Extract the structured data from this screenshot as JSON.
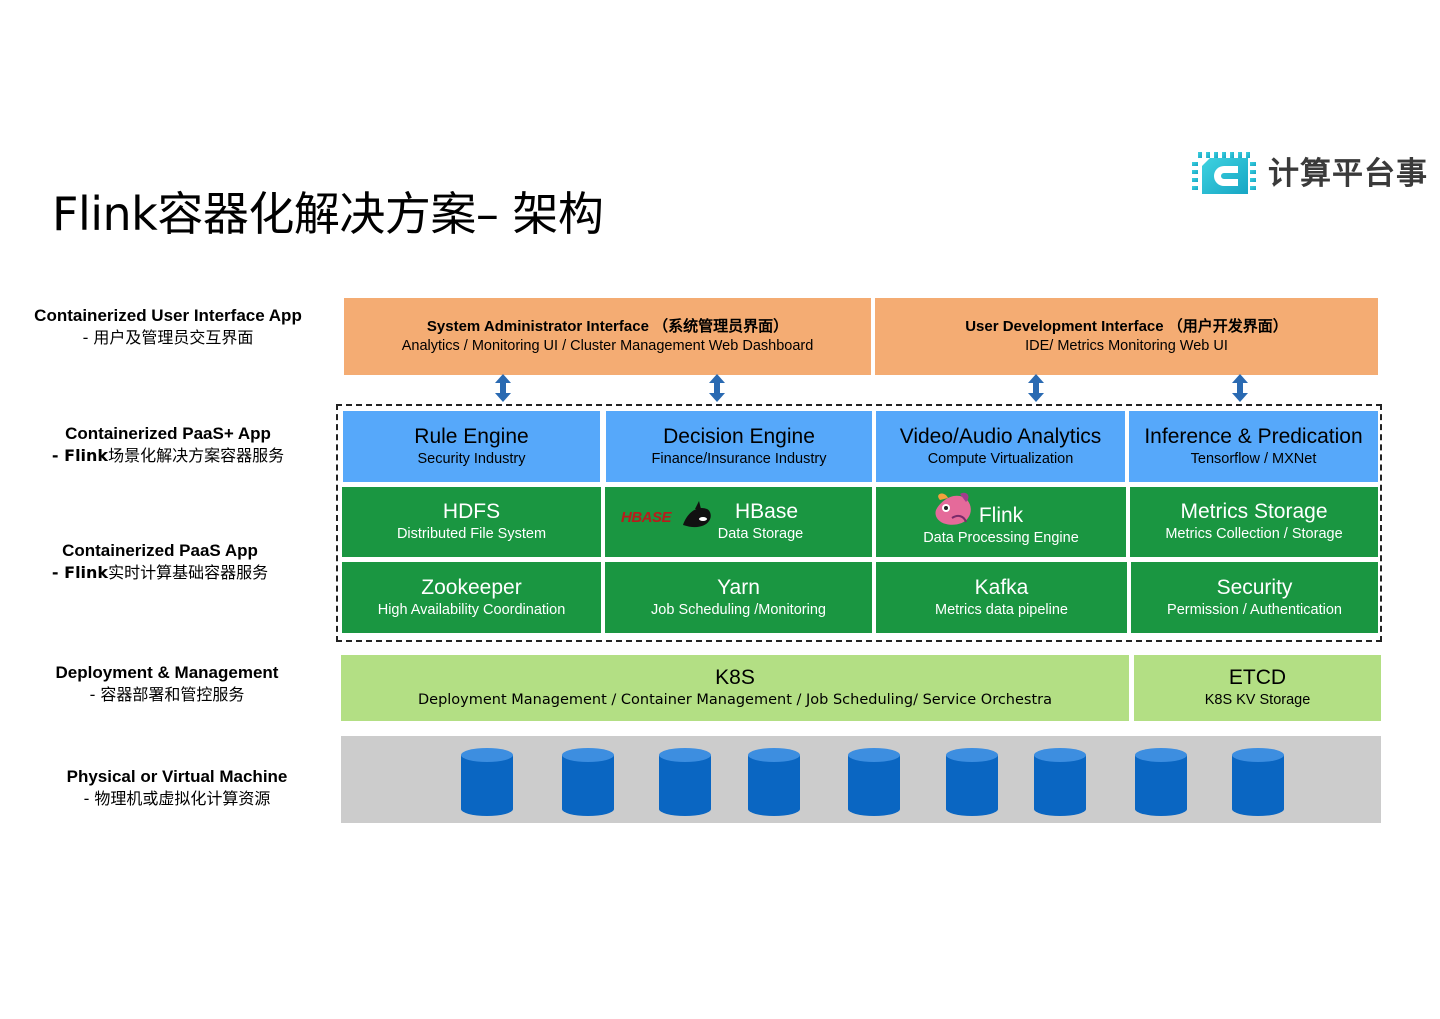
{
  "title": "Flink容器化解决方案– 架构",
  "logo": {
    "text": "计算平台事",
    "icon": "chip-c-logo-icon"
  },
  "layers": [
    {
      "l1": "Containerized  User Interface App",
      "l2": "- 用户及管理员交互界面"
    },
    {
      "l1": "Containerized  PaaS+  App",
      "l2_bold": "- Flink",
      "l2": "场景化解决方案容器服务"
    },
    {
      "l1": "Containerized  PaaS  App",
      "l2_bold": "- Flink",
      "l2": "实时计算基础容器服务"
    },
    {
      "l1": "Deployment & Management",
      "l2": "- 容器部署和管控服务"
    },
    {
      "l1": "Physical or Virtual Machine",
      "l2": "- 物理机或虚拟化计算资源"
    }
  ],
  "ui": [
    {
      "t1": "System Administrator Interface  （系统管理员界面）",
      "t2": "Analytics / Monitoring UI / Cluster Management Web Dashboard"
    },
    {
      "t1": "User Development Interface  （用户开发界面）",
      "t2": "IDE/ Metrics Monitoring Web UI"
    }
  ],
  "paas_plus": [
    {
      "t1": "Rule Engine",
      "t2": "Security Industry"
    },
    {
      "t1": "Decision Engine",
      "t2": "Finance/Insurance Industry"
    },
    {
      "t1": "Video/Audio Analytics",
      "t2": "Compute Virtualization"
    },
    {
      "t1": "Inference & Predication",
      "t2": "Tensorflow / MXNet"
    }
  ],
  "paas_row1": [
    {
      "t1": "HDFS",
      "t2": "Distributed File System"
    },
    {
      "t1": "HBase",
      "t2": "Data Storage",
      "logo": "HBASE"
    },
    {
      "t1": "Flink",
      "t2": "Data Processing Engine"
    },
    {
      "t1": "Metrics Storage",
      "t2": "Metrics Collection / Storage"
    }
  ],
  "paas_row2": [
    {
      "t1": "Zookeeper",
      "t2": "High Availability Coordination"
    },
    {
      "t1": "Yarn",
      "t2": "Job Scheduling /Monitoring"
    },
    {
      "t1": "Kafka",
      "t2": "Metrics data pipeline"
    },
    {
      "t1": "Security",
      "t2": "Permission / Authentication"
    }
  ],
  "deploy": [
    {
      "t1": "K8S",
      "t2": "Deployment Management / Container  Management / Job Scheduling/ Service Orchestra"
    },
    {
      "t1": "ETCD",
      "t2": "K8S KV Storage"
    }
  ],
  "colors": {
    "orange": "#f4ac73",
    "blue": "#56a8fa",
    "green": "#1a9641",
    "lime": "#b3df84",
    "gray": "#cccccc",
    "cylinder": "#0a66c2",
    "arrow": "#2a6ab2"
  }
}
